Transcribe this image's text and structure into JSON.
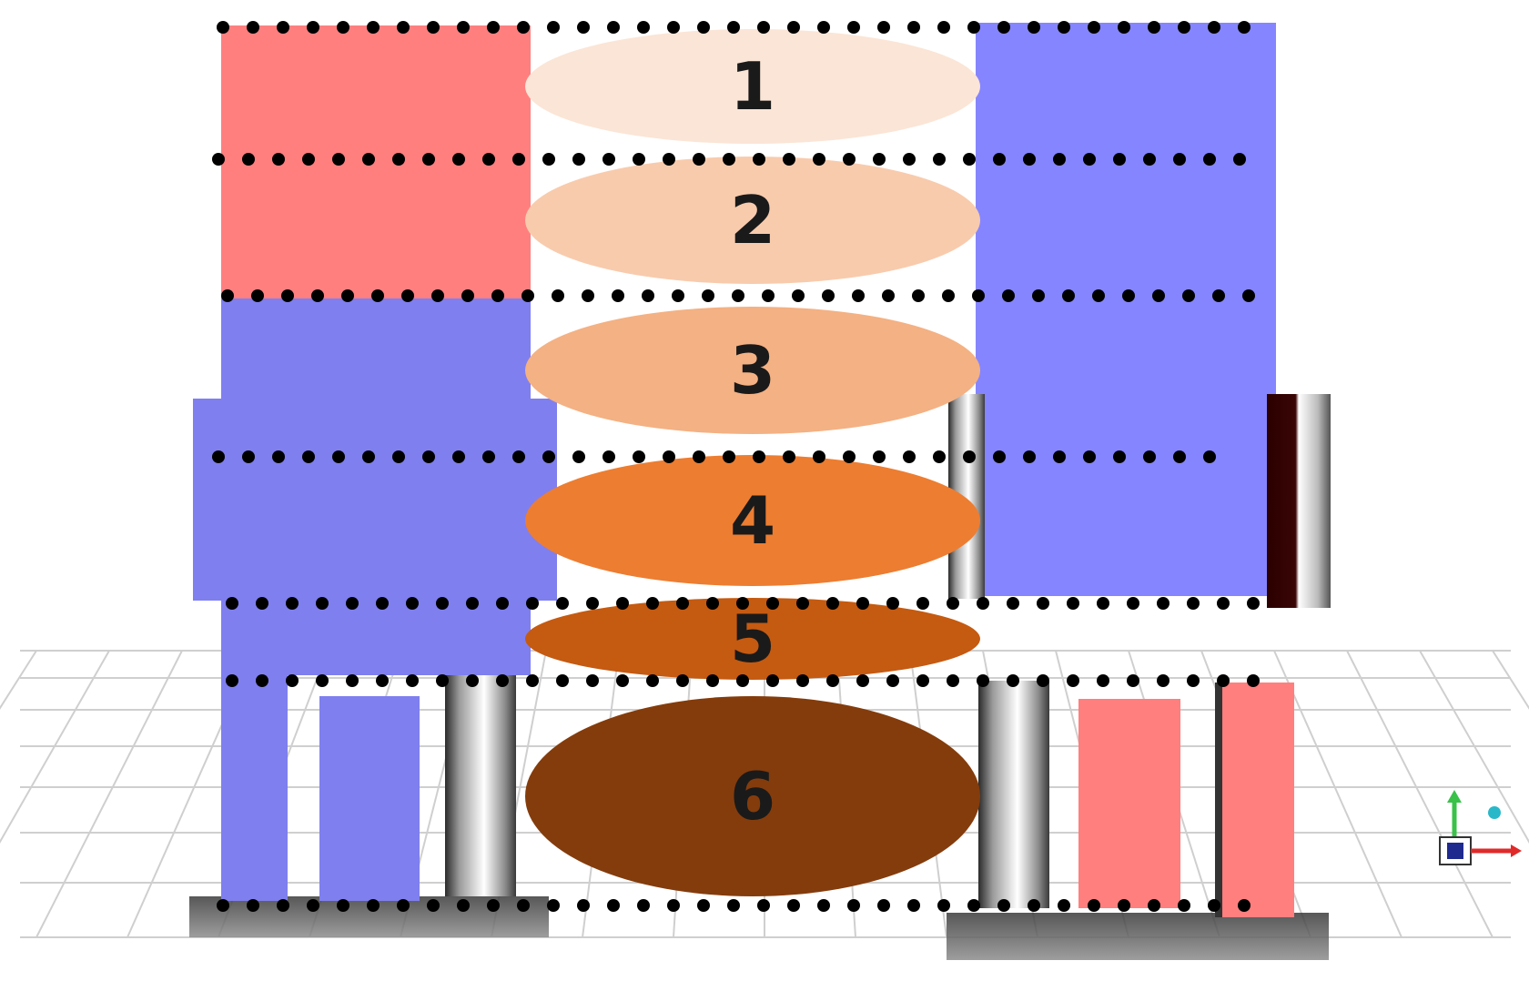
{
  "zones": [
    {
      "label": "1",
      "color": "#fbe5d6"
    },
    {
      "label": "2",
      "color": "#f8cbad"
    },
    {
      "label": "3",
      "color": "#f4b183"
    },
    {
      "label": "4",
      "color": "#ed7d31"
    },
    {
      "label": "5",
      "color": "#c55a11"
    },
    {
      "label": "6",
      "color": "#843c0c"
    }
  ],
  "colors": {
    "block_red": "#ff7f7f",
    "block_blue": "#7f7fef",
    "block_blue_right": "#8585ff",
    "grid_line": "#cfcfcf",
    "dotted_line": "#000000"
  },
  "icons": {
    "axis_gizmo": "xyz-axis-icon"
  }
}
